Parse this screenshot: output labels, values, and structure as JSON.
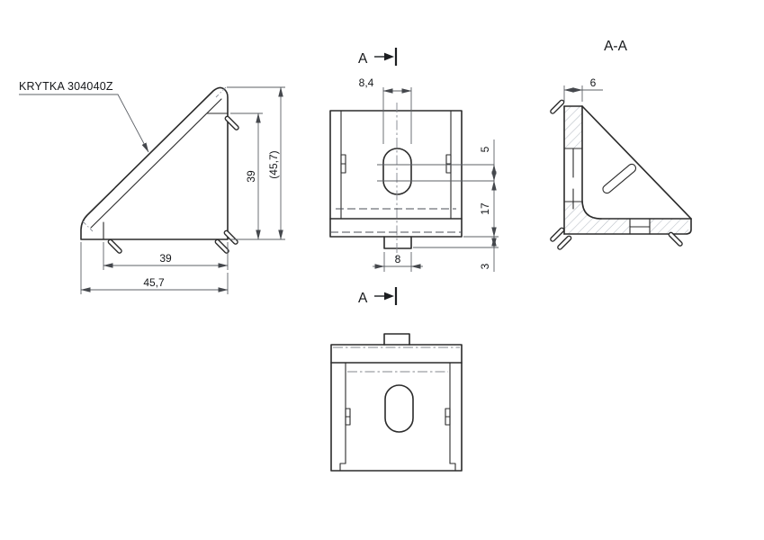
{
  "part_label": "KRYTKA 304040Z",
  "section": {
    "arrow_label": "A",
    "title": "A-A"
  },
  "side_view": {
    "dim_height_flat": "39",
    "dim_height_total": "(45,7)",
    "dim_width_flat": "39",
    "dim_width_total": "45,7"
  },
  "front_view": {
    "dim_slot_width": "8,4",
    "dim_slot_center_spacing": "5",
    "dim_lower_section": "17",
    "dim_tab_width": "8",
    "dim_tab_height": "3"
  },
  "section_view": {
    "dim_wall_thickness": "6"
  },
  "colors": {
    "line": "#2b2b2b",
    "dimension": "#5c6066",
    "hatch": "#b6bcc4",
    "background": "#ffffff",
    "text": "#15171a"
  }
}
